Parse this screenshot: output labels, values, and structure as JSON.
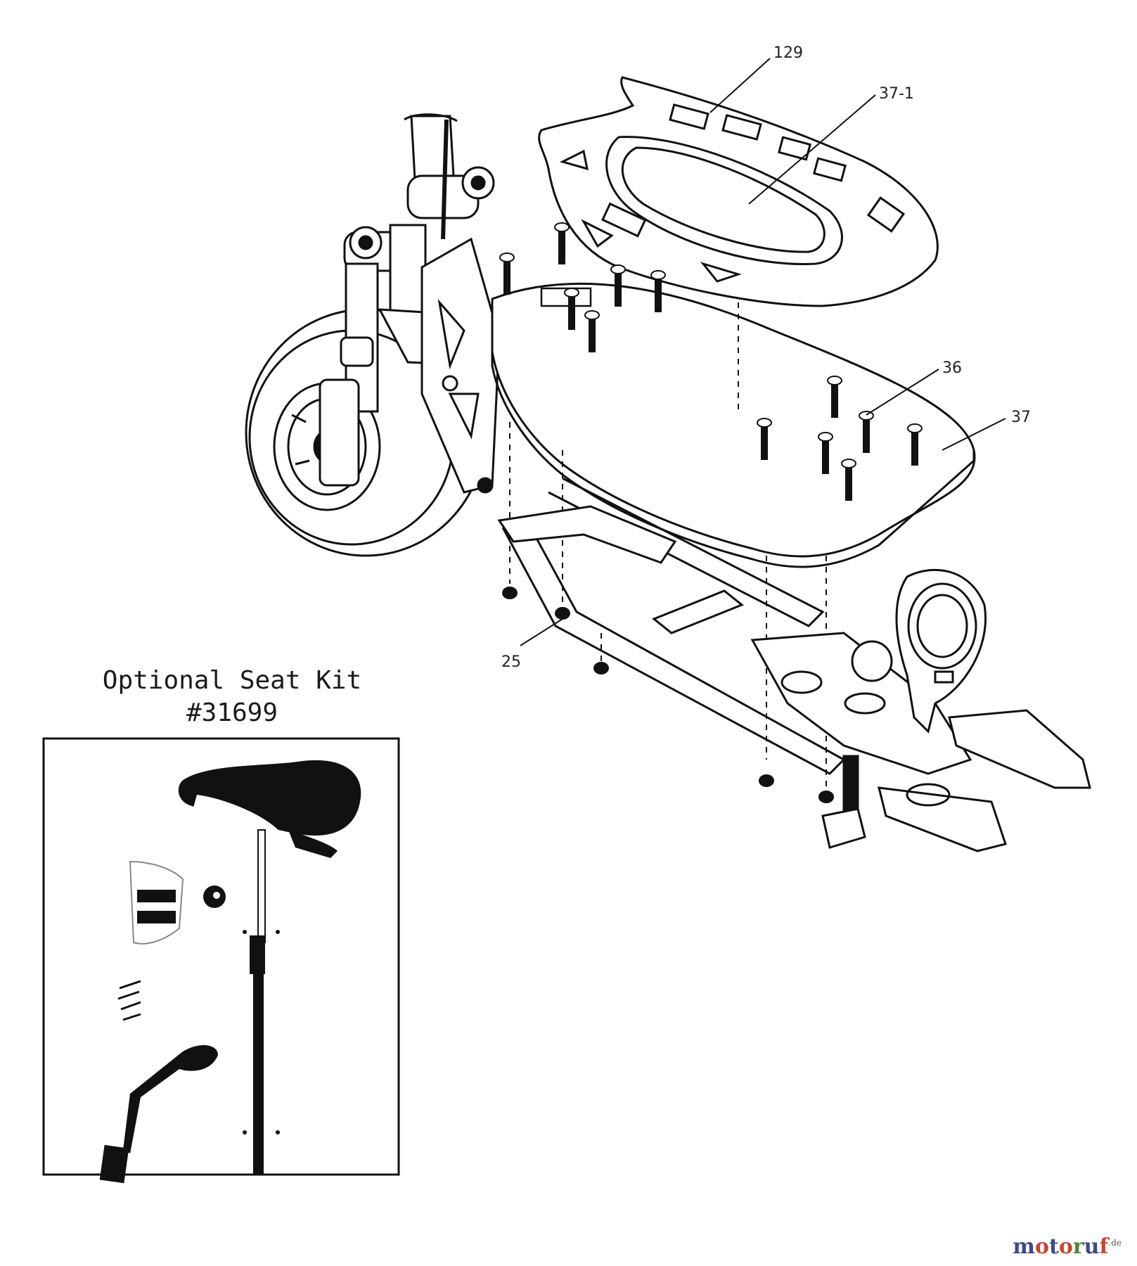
{
  "callouts": {
    "c129": "129",
    "c37_1": "37-1",
    "c36": "36",
    "c37": "37",
    "c25": "25"
  },
  "seat_kit": {
    "title_line1": "Optional Seat Kit",
    "title_line2": "#31699"
  },
  "watermark": {
    "letters": [
      "m",
      "o",
      "t",
      "o",
      "r",
      "u",
      "f"
    ],
    "letter_colors": [
      "#3c4a8c",
      "#c8462e",
      "#3c4a8c",
      "#c8462e",
      "#4a8a3c",
      "#3c4a8c",
      "#c8462e"
    ],
    "suffix": ".de"
  }
}
